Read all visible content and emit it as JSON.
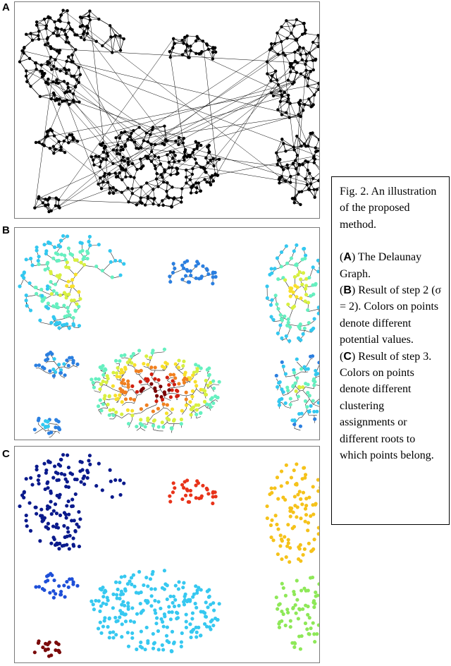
{
  "panels": {
    "a": {
      "label": "A"
    },
    "b": {
      "label": "B"
    },
    "c": {
      "label": "C"
    }
  },
  "caption": {
    "title": "Fig. 2. An illustration of the proposed method.",
    "items": [
      {
        "letter": "A",
        "text": ") The Delaunay Graph."
      },
      {
        "letter": "B",
        "text": ") Result of step 2 (σ = 2). Colors on points denote different potential values."
      },
      {
        "letter": "C",
        "text": ") Result of step 3. Colors on points denote different clustering assignments or different roots to which points belong."
      }
    ]
  },
  "colors": {
    "graph_edges": "#000000",
    "potential_scale": [
      "#1a2fbf",
      "#2b7fe0",
      "#33c8f0",
      "#66f0c0",
      "#d8f040",
      "#f8e02a",
      "#f08020",
      "#d02010",
      "#7a0000"
    ],
    "clusters": {
      "top_left": "#0a1a8c",
      "small_middle": "#e8331a",
      "top_right": "#f5c21a",
      "small_left": "#1e4fd8",
      "big_bottom": "#36c8f0",
      "bottom_right": "#8ee858",
      "bottom_left": "#7a0a0a"
    }
  }
}
